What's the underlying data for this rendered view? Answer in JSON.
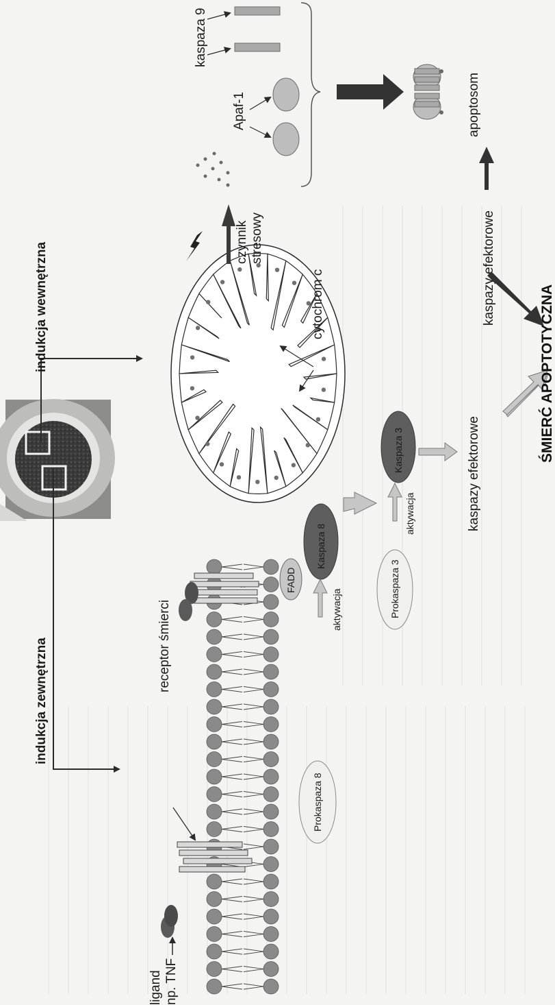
{
  "colors": {
    "background": "#f4f4f3",
    "line": "#2b2b2b",
    "lipid_head": "#8a8a8a",
    "dark_protein": "#5a5a5a",
    "light_protein": "#bdbdbd",
    "pale_protein": "#eeeeee",
    "arrow_dark": "#333333",
    "arrow_light": "#c8c8c8"
  },
  "labels": {
    "extrinsic": "indukcja zewnętrzna",
    "intrinsic": "indukcja wewnętrzna",
    "ligand_line1": "ligand",
    "ligand_line2": "np. TNF",
    "death_receptor": "receptor śmierci",
    "fadd": "FADD",
    "prokaspaza8": "Prokaspaza 8",
    "kaspaza8": "Kaspaza 8",
    "aktywacja1": "aktywacja",
    "prokaspaza3": "Prokaspaza 3",
    "kaspaza3": "Kaspaza 3",
    "aktywacja2": "aktywacja",
    "effector_caspases_bottom": "kaspazy efektorowe",
    "cytochrome": "cytochrom c",
    "stress_line1": "czynnik",
    "stress_line2": "stresowy",
    "apaf1": "Apaf-1",
    "kaspaza9": "kaspaza 9",
    "apoptosome": "apoptosom",
    "effector_caspases_top": "kaspazy efektorowe",
    "apoptotic_death": "ŚMIERĆ APOPTOTYCZNA"
  },
  "icons": {
    "cell_micrograph": "cell-photo",
    "stress_factor": "lightning-bolt-icon"
  }
}
